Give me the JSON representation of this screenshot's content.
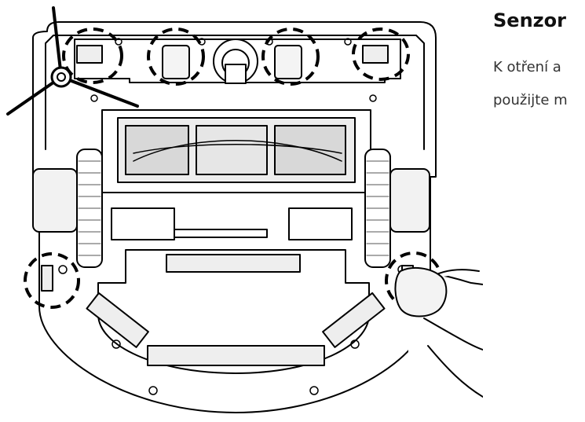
{
  "page": {
    "heading": "Senzor",
    "body_lines": [
      "K otření a",
      "použijte m"
    ]
  },
  "figure": {
    "subject": "robot-vacuum-underside",
    "highlight_style": "dashed-circle",
    "colors": {
      "outline": "#000000",
      "fill": "#ffffff",
      "shade": "#e8e8e8"
    }
  }
}
